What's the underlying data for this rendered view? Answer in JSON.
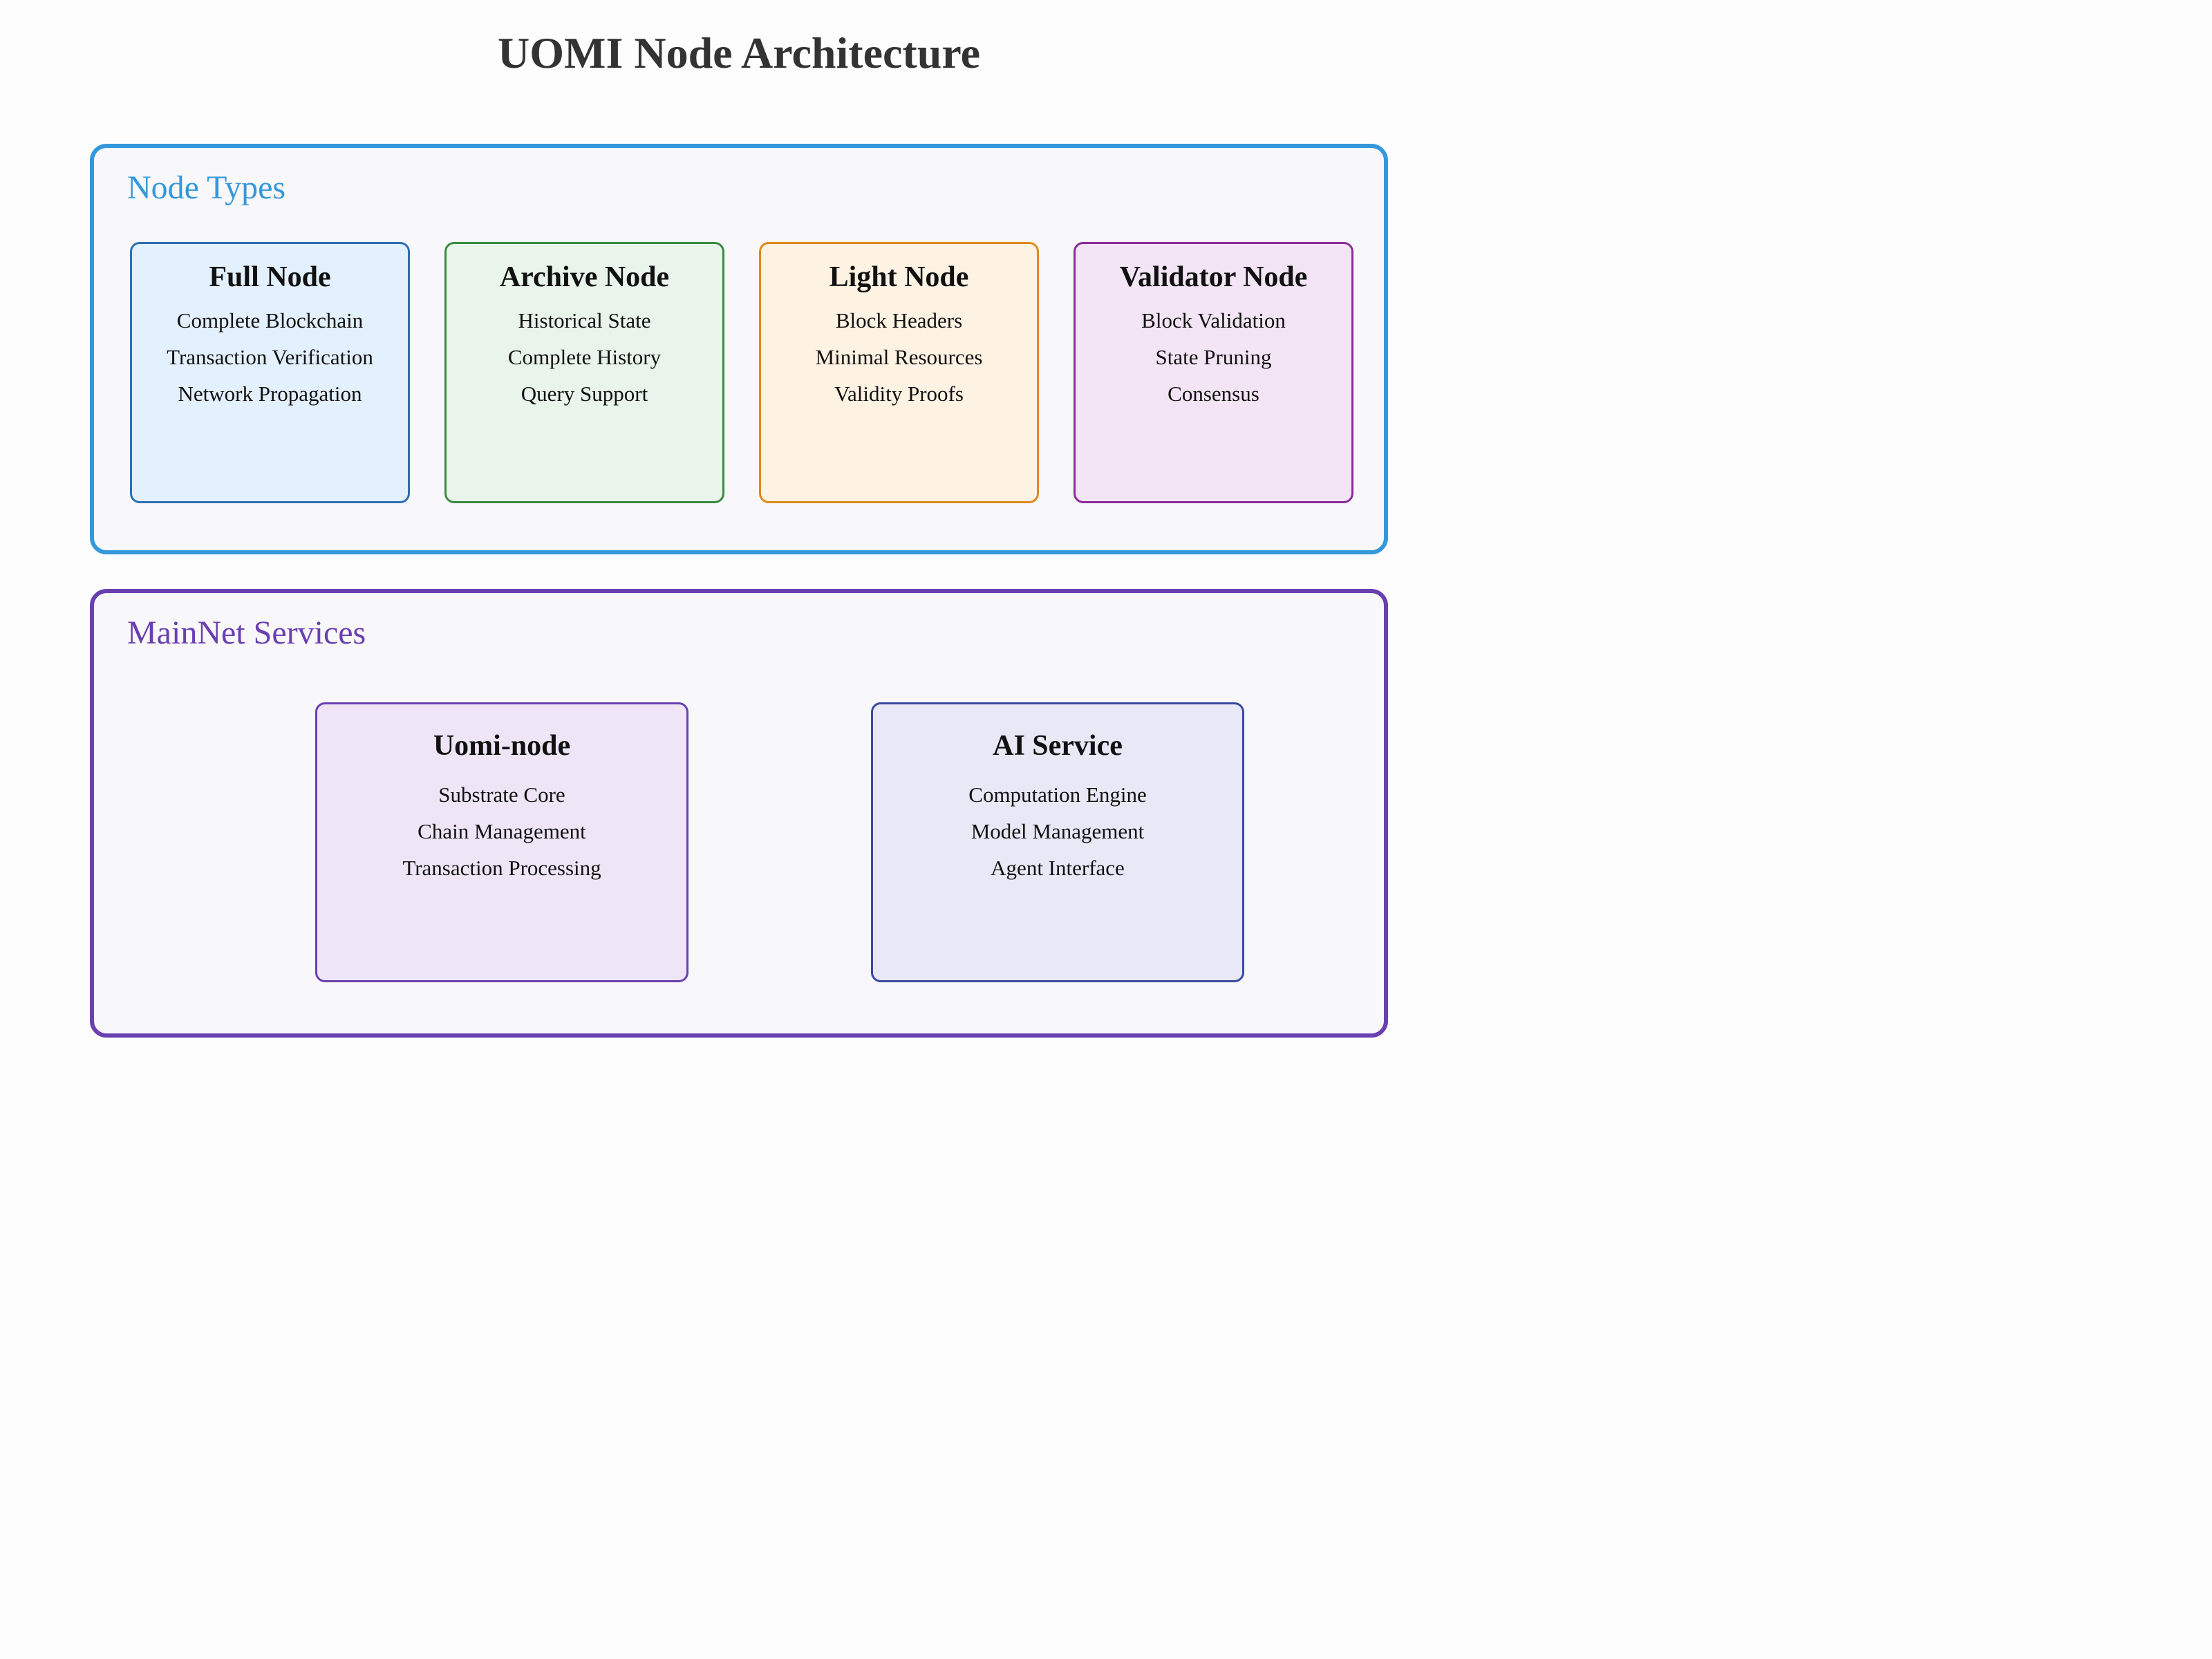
{
  "title": "UOMI Node Architecture",
  "groups": [
    {
      "label": "Node Types",
      "color": "#3498db",
      "nodes": [
        {
          "title": "Full Node",
          "items": [
            "Complete Blockchain",
            "Transaction Verification",
            "Network Propagation"
          ],
          "fill": "#e3f0fd",
          "border": "#2e6fb0"
        },
        {
          "title": "Archive Node",
          "items": [
            "Historical State",
            "Complete History",
            "Query Support"
          ],
          "fill": "#e9f4eb",
          "border": "#3a8a44"
        },
        {
          "title": "Light Node",
          "items": [
            "Block Headers",
            "Minimal Resources",
            "Validity Proofs"
          ],
          "fill": "#fef2e3",
          "border": "#e08a1e"
        },
        {
          "title": "Validator Node",
          "items": [
            "Block Validation",
            "State Pruning",
            "Consensus"
          ],
          "fill": "#f3e5f5",
          "border": "#8a2c9a"
        }
      ]
    },
    {
      "label": "MainNet Services",
      "color": "#6a3fb0",
      "nodes": [
        {
          "title": "Uomi-node",
          "items": [
            "Substrate Core",
            "Chain Management",
            "Transaction Processing"
          ],
          "fill": "#eee6f6",
          "border": "#6a3fb0"
        },
        {
          "title": "AI Service",
          "items": [
            "Computation Engine",
            "Model Management",
            "Agent Interface"
          ],
          "fill": "#e9e8f6",
          "border": "#3b4aa0"
        }
      ]
    }
  ]
}
